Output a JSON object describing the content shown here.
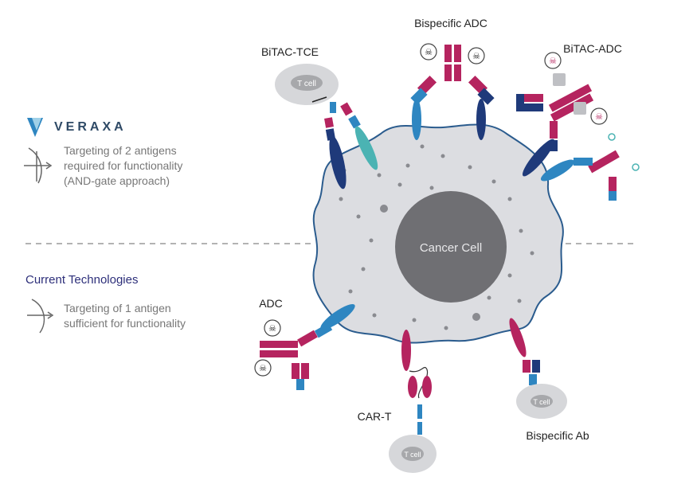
{
  "brand": {
    "name": "VERAXA"
  },
  "veraxa_section": {
    "description_lines": [
      "Targeting of 2 antigens",
      "required for functionality",
      "(AND-gate approach)"
    ]
  },
  "current_section": {
    "heading": "Current Technologies",
    "description_lines": [
      "Targeting of 1 antigen",
      "sufficient for functionality"
    ]
  },
  "labels": {
    "cancer_cell": "Cancer Cell",
    "bitac_tce": "BiTAC-TCE",
    "bispecific_adc": "Bispecific ADC",
    "bitac_adc": "BiTAC-ADC",
    "adc": "ADC",
    "car_t": "CAR-T",
    "bispecific_ab": "Bispecific Ab",
    "t_cell": "T cell"
  },
  "colors": {
    "magenta": "#b5245f",
    "blue": "#2e86c1",
    "navy": "#1f3a7a",
    "teal": "#4bb3b3",
    "cell_fill": "#dcdde1",
    "cell_outline": "#2b5c8e",
    "nucleus": "#6f6f73",
    "brand_text": "#2f4a66",
    "heading_text": "#2d2f7a",
    "gray_text": "#777777"
  },
  "icons": [
    "veraxa-logo-icon",
    "crossbow-icon",
    "bow-icon",
    "skull-icon",
    "t-cell-icon",
    "toxin-icon"
  ]
}
